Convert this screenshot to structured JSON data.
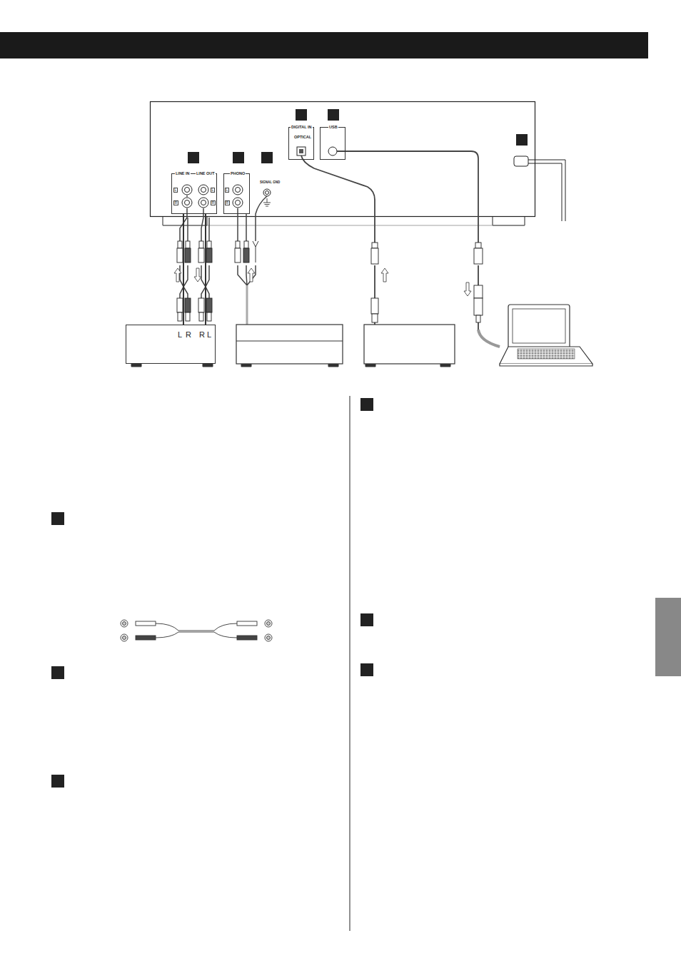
{
  "diagram": {
    "nodes": [
      {
        "text": [
          "LINE IN",
          "LINE OUT"
        ]
      },
      {
        "text": [
          "PHONO"
        ]
      },
      {
        "text": [
          "DIGITAL IN",
          "OPTICAL"
        ]
      },
      {
        "text": [
          "USB"
        ]
      },
      {
        "text": [
          "L",
          "R",
          "R",
          "L"
        ]
      }
    ],
    "edges": [
      {
        "from": 4,
        "to": 0,
        "arrow": "none"
      },
      {
        "from": 0,
        "to": 4,
        "arrow": "none"
      }
    ],
    "labels": [
      "SIGNAL GND",
      "L",
      "R",
      "L",
      "R",
      "L",
      "R"
    ]
  }
}
